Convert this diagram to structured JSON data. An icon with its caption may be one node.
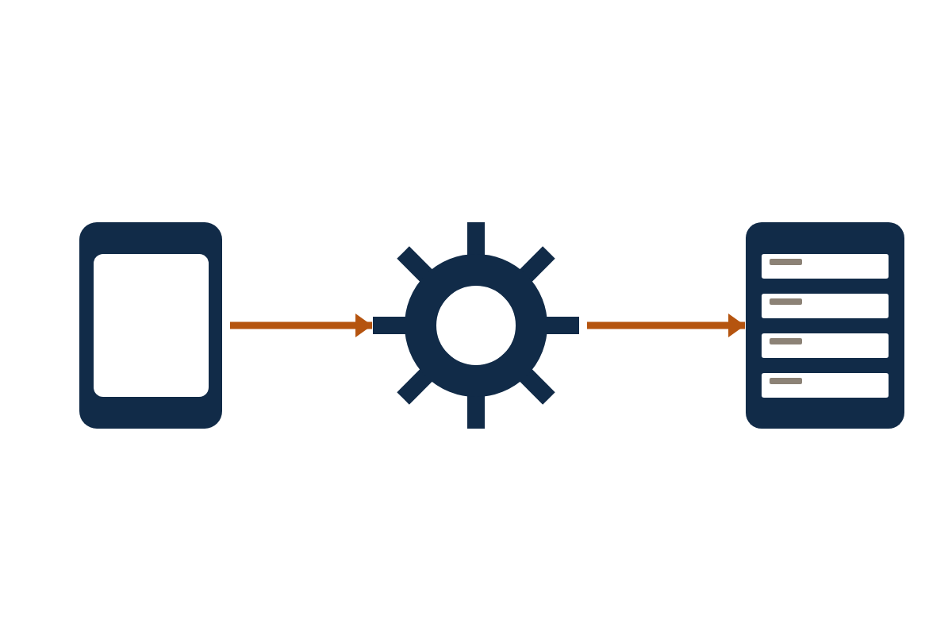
{
  "diagram": {
    "nodes": [
      {
        "text": [],
        "shape": "picture"
      },
      {
        "text": [],
        "shape": "picture"
      },
      {
        "text": [],
        "shape": "picture"
      }
    ],
    "edges": [
      {
        "from": 0,
        "to": 1,
        "arrow": "to"
      },
      {
        "from": 1,
        "to": 2,
        "arrow": "to"
      }
    ]
  }
}
